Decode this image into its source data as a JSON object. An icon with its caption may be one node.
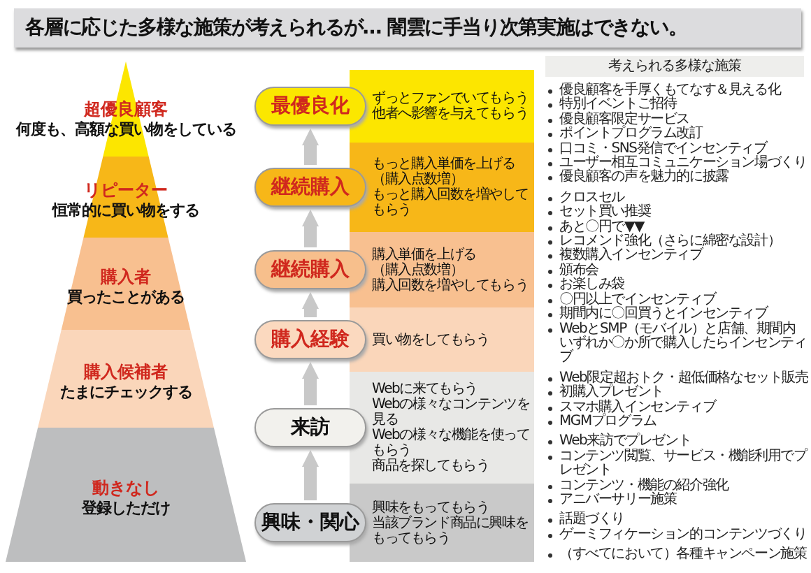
{
  "diagram": {
    "title": "各層に応じた多様な施策が考えられるが…  闇雲に手当り次第実施はできない。",
    "nodes": [
      {
        "text": [
          "超優良顧客",
          "何度も、高額な買い物をしている"
        ]
      },
      {
        "text": [
          "リピーター",
          "恒常的に買い物をする"
        ]
      },
      {
        "text": [
          "購入者",
          "買ったことがある"
        ]
      },
      {
        "text": [
          "購入候補者",
          "たまにチェックする"
        ]
      },
      {
        "text": [
          "動きなし",
          "登録しただけ"
        ]
      },
      {
        "text": [
          "最優良化"
        ],
        "beside": [
          "ずっとファンでいてもらう",
          "他者へ影響を与えてもらう"
        ]
      },
      {
        "text": [
          "継続購入"
        ],
        "beside": [
          "もっと購入単価を上げる",
          "（購入点数増）",
          "もっと購入回数を増やしてもらう"
        ]
      },
      {
        "text": [
          "継続購入"
        ],
        "beside": [
          "購入単価を上げる",
          "（購入点数増）",
          "購入回数を増やしてもらう"
        ]
      },
      {
        "text": [
          "購入経験"
        ],
        "beside": [
          "買い物をしてもらう"
        ]
      },
      {
        "text": [
          "来訪"
        ],
        "beside": [
          "Webに来てもらう",
          "Webの様々なコンテンツを見る",
          "Webの様々な機能を使ってもらう",
          "商品を探してもらう"
        ]
      },
      {
        "text": [
          "興味・関心"
        ],
        "beside": [
          "興味をもってもらう",
          "当該ブランド商品に興味をもってもらう"
        ]
      },
      {
        "text": [
          "考えられる多様な施策"
        ]
      }
    ],
    "edges": [
      {
        "from": 6,
        "to": 5,
        "arrow": "to"
      },
      {
        "from": 7,
        "to": 6,
        "arrow": "to"
      },
      {
        "from": 8,
        "to": 7,
        "arrow": "to"
      },
      {
        "from": 9,
        "to": 8,
        "arrow": "to"
      },
      {
        "from": 10,
        "to": 9,
        "arrow": "to"
      }
    ],
    "labels": [
      "優良顧客を手厚くもてなす＆見える化",
      "特別イベントご招待",
      "優良顧客限定サービス",
      "ポイントプログラム改訂",
      "口コミ・SNS発信でインセンティブ",
      "ユーザー相互コミュニケーション場づくり",
      "優良顧客の声を魅力的に披露",
      "クロスセル",
      "セット買い推奨",
      "あと〇円で▼▼",
      "レコメンド強化（さらに綿密な設計）",
      "複数購入インセンティブ",
      "頒布会",
      "お楽しみ袋",
      "〇円以上でインセンティブ",
      "期間内に〇回買うとインセンティブ",
      "WebとSMP（モバイル）と店舗、期間内いずれか〇か所で購入したらインセンティブ",
      "Web限定超おトク・超低価格なセット販売",
      "初購入プレゼント",
      "スマホ購入インセンティブ",
      "MGMプログラム",
      "Web来訪でプレゼント",
      "コンテンツ閲覧、サービス・機能利用でプレゼント",
      "コンテンツ・機能の紹介強化",
      "アニバーサリー施策",
      "話題づくり",
      "ゲーミフィケーション的コンテンツづくり",
      "（すべてにおいて）各種キャンペーン施策"
    ]
  }
}
